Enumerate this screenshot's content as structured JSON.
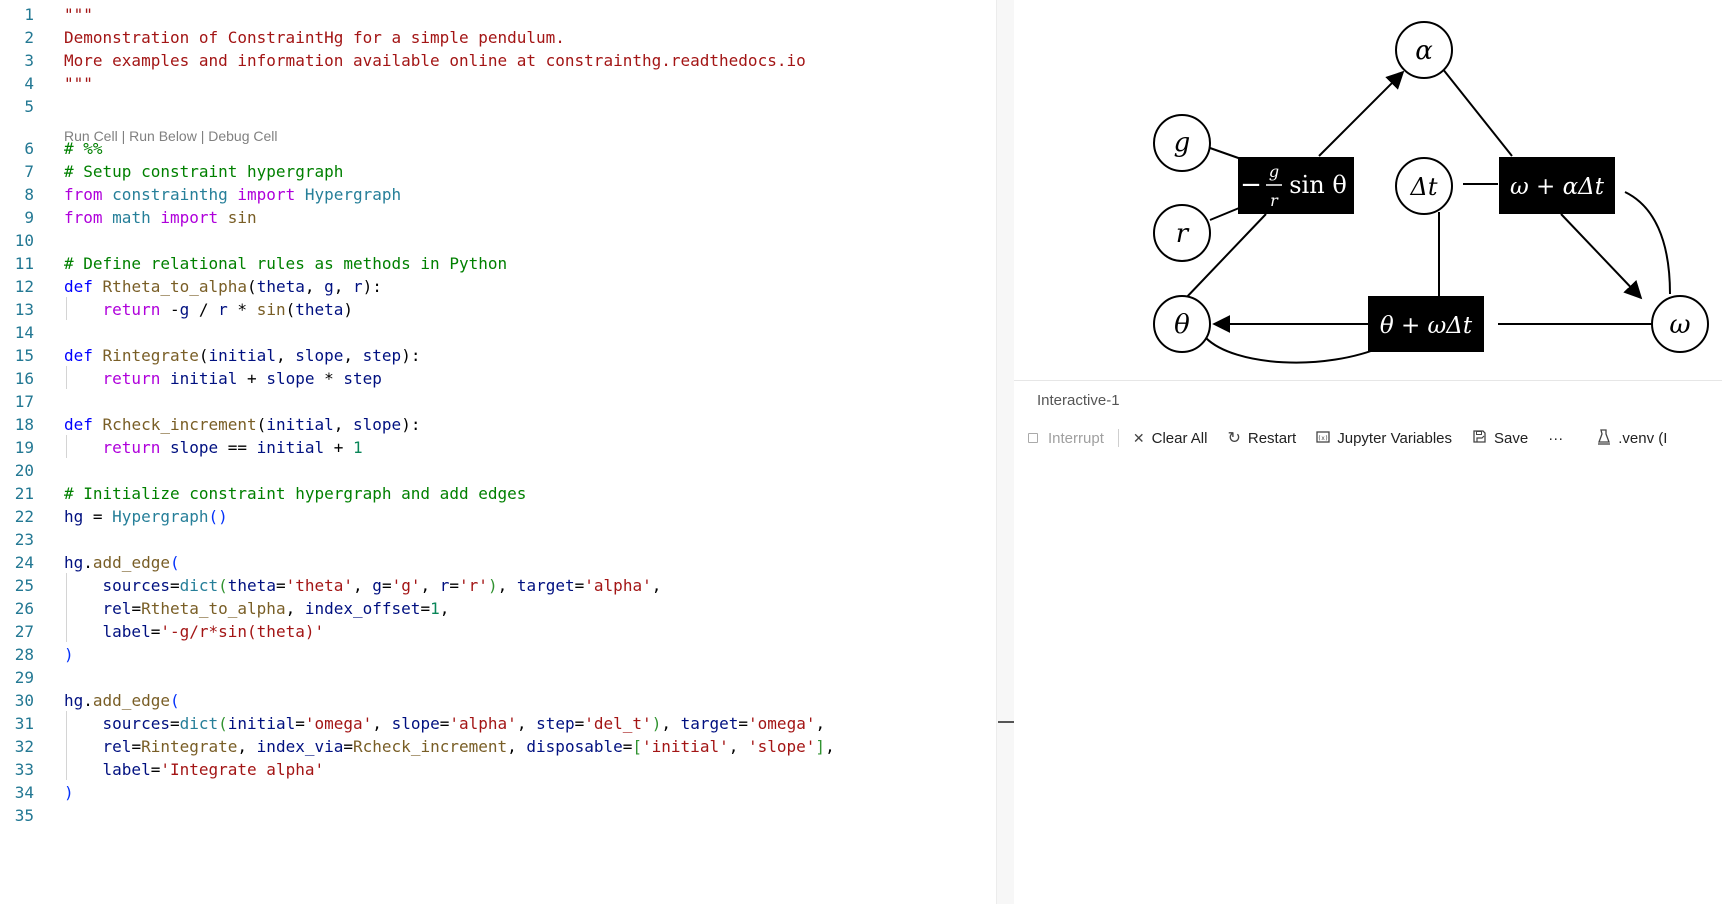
{
  "editor": {
    "codelens": {
      "run_cell": "Run Cell",
      "run_below": "Run Below",
      "debug_cell": "Debug Cell",
      "sep": " | "
    },
    "lines": [
      {
        "n": "1",
        "tokens": [
          {
            "t": "\"\"\"",
            "c": "doc"
          }
        ]
      },
      {
        "n": "2",
        "tokens": [
          {
            "t": "Demonstration of ConstraintHg for a simple pendulum.",
            "c": "doc"
          }
        ]
      },
      {
        "n": "3",
        "tokens": [
          {
            "t": "More examples and information available online at constrainthg.readthedocs.io",
            "c": "doc"
          }
        ]
      },
      {
        "n": "4",
        "tokens": [
          {
            "t": "\"\"\"",
            "c": "doc"
          }
        ]
      },
      {
        "n": "5",
        "tokens": []
      },
      {
        "n": "6",
        "tokens": [
          {
            "t": "# %%",
            "c": "cm"
          }
        ]
      },
      {
        "n": "7",
        "tokens": [
          {
            "t": "# Setup constraint hypergraph",
            "c": "cm"
          }
        ]
      },
      {
        "n": "8",
        "tokens": [
          {
            "t": "from",
            "c": "kw"
          },
          {
            "t": " ",
            "c": "pl"
          },
          {
            "t": "constrainthg",
            "c": "cls"
          },
          {
            "t": " ",
            "c": "pl"
          },
          {
            "t": "import",
            "c": "kw"
          },
          {
            "t": " ",
            "c": "pl"
          },
          {
            "t": "Hypergraph",
            "c": "cls"
          }
        ]
      },
      {
        "n": "9",
        "tokens": [
          {
            "t": "from",
            "c": "kw"
          },
          {
            "t": " ",
            "c": "pl"
          },
          {
            "t": "math",
            "c": "cls"
          },
          {
            "t": " ",
            "c": "pl"
          },
          {
            "t": "import",
            "c": "kw"
          },
          {
            "t": " ",
            "c": "pl"
          },
          {
            "t": "sin",
            "c": "fn"
          }
        ]
      },
      {
        "n": "10",
        "tokens": []
      },
      {
        "n": "11",
        "tokens": [
          {
            "t": "# Define relational rules as methods in Python",
            "c": "cm"
          }
        ]
      },
      {
        "n": "12",
        "tokens": [
          {
            "t": "def",
            "c": "kwb"
          },
          {
            "t": " ",
            "c": "pl"
          },
          {
            "t": "Rtheta_to_alpha",
            "c": "fn"
          },
          {
            "t": "(",
            "c": "pl"
          },
          {
            "t": "theta",
            "c": "var"
          },
          {
            "t": ", ",
            "c": "pl"
          },
          {
            "t": "g",
            "c": "var"
          },
          {
            "t": ", ",
            "c": "pl"
          },
          {
            "t": "r",
            "c": "var"
          },
          {
            "t": "):",
            "c": "pl"
          }
        ]
      },
      {
        "n": "13",
        "tokens": [
          {
            "t": "    ",
            "c": "pl"
          },
          {
            "t": "return",
            "c": "kw"
          },
          {
            "t": " -",
            "c": "pl"
          },
          {
            "t": "g",
            "c": "var"
          },
          {
            "t": " / ",
            "c": "pl"
          },
          {
            "t": "r",
            "c": "var"
          },
          {
            "t": " * ",
            "c": "pl"
          },
          {
            "t": "sin",
            "c": "fn"
          },
          {
            "t": "(",
            "c": "pl"
          },
          {
            "t": "theta",
            "c": "var"
          },
          {
            "t": ")",
            "c": "pl"
          }
        ]
      },
      {
        "n": "14",
        "tokens": []
      },
      {
        "n": "15",
        "tokens": [
          {
            "t": "def",
            "c": "kwb"
          },
          {
            "t": " ",
            "c": "pl"
          },
          {
            "t": "Rintegrate",
            "c": "fn"
          },
          {
            "t": "(",
            "c": "pl"
          },
          {
            "t": "initial",
            "c": "var"
          },
          {
            "t": ", ",
            "c": "pl"
          },
          {
            "t": "slope",
            "c": "var"
          },
          {
            "t": ", ",
            "c": "pl"
          },
          {
            "t": "step",
            "c": "var"
          },
          {
            "t": "):",
            "c": "pl"
          }
        ]
      },
      {
        "n": "16",
        "tokens": [
          {
            "t": "    ",
            "c": "pl"
          },
          {
            "t": "return",
            "c": "kw"
          },
          {
            "t": " ",
            "c": "pl"
          },
          {
            "t": "initial",
            "c": "var"
          },
          {
            "t": " + ",
            "c": "pl"
          },
          {
            "t": "slope",
            "c": "var"
          },
          {
            "t": " * ",
            "c": "pl"
          },
          {
            "t": "step",
            "c": "var"
          }
        ]
      },
      {
        "n": "17",
        "tokens": []
      },
      {
        "n": "18",
        "tokens": [
          {
            "t": "def",
            "c": "kwb"
          },
          {
            "t": " ",
            "c": "pl"
          },
          {
            "t": "Rcheck_increment",
            "c": "fn"
          },
          {
            "t": "(",
            "c": "pl"
          },
          {
            "t": "initial",
            "c": "var"
          },
          {
            "t": ", ",
            "c": "pl"
          },
          {
            "t": "slope",
            "c": "var"
          },
          {
            "t": "):",
            "c": "pl"
          }
        ]
      },
      {
        "n": "19",
        "tokens": [
          {
            "t": "    ",
            "c": "pl"
          },
          {
            "t": "return",
            "c": "kw"
          },
          {
            "t": " ",
            "c": "pl"
          },
          {
            "t": "slope",
            "c": "var"
          },
          {
            "t": " == ",
            "c": "pl"
          },
          {
            "t": "initial",
            "c": "var"
          },
          {
            "t": " + ",
            "c": "pl"
          },
          {
            "t": "1",
            "c": "num"
          }
        ]
      },
      {
        "n": "20",
        "tokens": []
      },
      {
        "n": "21",
        "tokens": [
          {
            "t": "# Initialize constraint hypergraph and add edges",
            "c": "cm"
          }
        ]
      },
      {
        "n": "22",
        "tokens": [
          {
            "t": "hg",
            "c": "var"
          },
          {
            "t": " = ",
            "c": "pl"
          },
          {
            "t": "Hypergraph",
            "c": "cls"
          },
          {
            "t": "()",
            "c": "br"
          }
        ]
      },
      {
        "n": "23",
        "tokens": []
      },
      {
        "n": "24",
        "tokens": [
          {
            "t": "hg",
            "c": "var"
          },
          {
            "t": ".",
            "c": "pl"
          },
          {
            "t": "add_edge",
            "c": "fn"
          },
          {
            "t": "(",
            "c": "br"
          }
        ]
      },
      {
        "n": "25",
        "tokens": [
          {
            "t": "    ",
            "c": "pl"
          },
          {
            "t": "sources",
            "c": "var"
          },
          {
            "t": "=",
            "c": "pl"
          },
          {
            "t": "dict",
            "c": "cls"
          },
          {
            "t": "(",
            "c": "br2"
          },
          {
            "t": "theta",
            "c": "var"
          },
          {
            "t": "=",
            "c": "pl"
          },
          {
            "t": "'theta'",
            "c": "str"
          },
          {
            "t": ", ",
            "c": "pl"
          },
          {
            "t": "g",
            "c": "var"
          },
          {
            "t": "=",
            "c": "pl"
          },
          {
            "t": "'g'",
            "c": "str"
          },
          {
            "t": ", ",
            "c": "pl"
          },
          {
            "t": "r",
            "c": "var"
          },
          {
            "t": "=",
            "c": "pl"
          },
          {
            "t": "'r'",
            "c": "str"
          },
          {
            "t": ")",
            "c": "br2"
          },
          {
            "t": ", ",
            "c": "pl"
          },
          {
            "t": "target",
            "c": "var"
          },
          {
            "t": "=",
            "c": "pl"
          },
          {
            "t": "'alpha'",
            "c": "str"
          },
          {
            "t": ",",
            "c": "pl"
          }
        ]
      },
      {
        "n": "26",
        "tokens": [
          {
            "t": "    ",
            "c": "pl"
          },
          {
            "t": "rel",
            "c": "var"
          },
          {
            "t": "=",
            "c": "pl"
          },
          {
            "t": "Rtheta_to_alpha",
            "c": "fn"
          },
          {
            "t": ", ",
            "c": "pl"
          },
          {
            "t": "index_offset",
            "c": "var"
          },
          {
            "t": "=",
            "c": "pl"
          },
          {
            "t": "1",
            "c": "num"
          },
          {
            "t": ",",
            "c": "pl"
          }
        ]
      },
      {
        "n": "27",
        "tokens": [
          {
            "t": "    ",
            "c": "pl"
          },
          {
            "t": "label",
            "c": "var"
          },
          {
            "t": "=",
            "c": "pl"
          },
          {
            "t": "'-g/r*sin(theta)'",
            "c": "str"
          }
        ]
      },
      {
        "n": "28",
        "tokens": [
          {
            "t": ")",
            "c": "br"
          }
        ]
      },
      {
        "n": "29",
        "tokens": []
      },
      {
        "n": "30",
        "tokens": [
          {
            "t": "hg",
            "c": "var"
          },
          {
            "t": ".",
            "c": "pl"
          },
          {
            "t": "add_edge",
            "c": "fn"
          },
          {
            "t": "(",
            "c": "br"
          }
        ]
      },
      {
        "n": "31",
        "tokens": [
          {
            "t": "    ",
            "c": "pl"
          },
          {
            "t": "sources",
            "c": "var"
          },
          {
            "t": "=",
            "c": "pl"
          },
          {
            "t": "dict",
            "c": "cls"
          },
          {
            "t": "(",
            "c": "br2"
          },
          {
            "t": "initial",
            "c": "var"
          },
          {
            "t": "=",
            "c": "pl"
          },
          {
            "t": "'omega'",
            "c": "str"
          },
          {
            "t": ", ",
            "c": "pl"
          },
          {
            "t": "slope",
            "c": "var"
          },
          {
            "t": "=",
            "c": "pl"
          },
          {
            "t": "'alpha'",
            "c": "str"
          },
          {
            "t": ", ",
            "c": "pl"
          },
          {
            "t": "step",
            "c": "var"
          },
          {
            "t": "=",
            "c": "pl"
          },
          {
            "t": "'del_t'",
            "c": "str"
          },
          {
            "t": ")",
            "c": "br2"
          },
          {
            "t": ", ",
            "c": "pl"
          },
          {
            "t": "target",
            "c": "var"
          },
          {
            "t": "=",
            "c": "pl"
          },
          {
            "t": "'omega'",
            "c": "str"
          },
          {
            "t": ",",
            "c": "pl"
          }
        ]
      },
      {
        "n": "32",
        "tokens": [
          {
            "t": "    ",
            "c": "pl"
          },
          {
            "t": "rel",
            "c": "var"
          },
          {
            "t": "=",
            "c": "pl"
          },
          {
            "t": "Rintegrate",
            "c": "fn"
          },
          {
            "t": ", ",
            "c": "pl"
          },
          {
            "t": "index_via",
            "c": "var"
          },
          {
            "t": "=",
            "c": "pl"
          },
          {
            "t": "Rcheck_increment",
            "c": "fn"
          },
          {
            "t": ", ",
            "c": "pl"
          },
          {
            "t": "disposable",
            "c": "var"
          },
          {
            "t": "=",
            "c": "pl"
          },
          {
            "t": "[",
            "c": "br2"
          },
          {
            "t": "'initial'",
            "c": "str"
          },
          {
            "t": ", ",
            "c": "pl"
          },
          {
            "t": "'slope'",
            "c": "str"
          },
          {
            "t": "]",
            "c": "br2"
          },
          {
            "t": ",",
            "c": "pl"
          }
        ]
      },
      {
        "n": "33",
        "tokens": [
          {
            "t": "    ",
            "c": "pl"
          },
          {
            "t": "label",
            "c": "var"
          },
          {
            "t": "=",
            "c": "pl"
          },
          {
            "t": "'Integrate alpha'",
            "c": "str"
          }
        ]
      },
      {
        "n": "34",
        "tokens": [
          {
            "t": ")",
            "c": "br"
          }
        ]
      },
      {
        "n": "35",
        "tokens": []
      }
    ]
  },
  "graph": {
    "nodes": {
      "alpha": "α",
      "g": "g",
      "r": "r",
      "dt": "Δt",
      "theta": "θ",
      "omega": "ω"
    },
    "edges": {
      "sin_prefix": "−",
      "sin_num": "g",
      "sin_den": "r",
      "sin_suffix": "sin θ",
      "omega_int": "ω + αΔt",
      "theta_int": "θ + ωΔt"
    }
  },
  "interactive": {
    "title": "Interactive-1",
    "toolbar": {
      "interrupt": "Interrupt",
      "clear_all": "Clear All",
      "restart": "Restart",
      "variables": "Jupyter Variables",
      "save": "Save",
      "more": "···",
      "kernel": ".venv (I"
    }
  }
}
